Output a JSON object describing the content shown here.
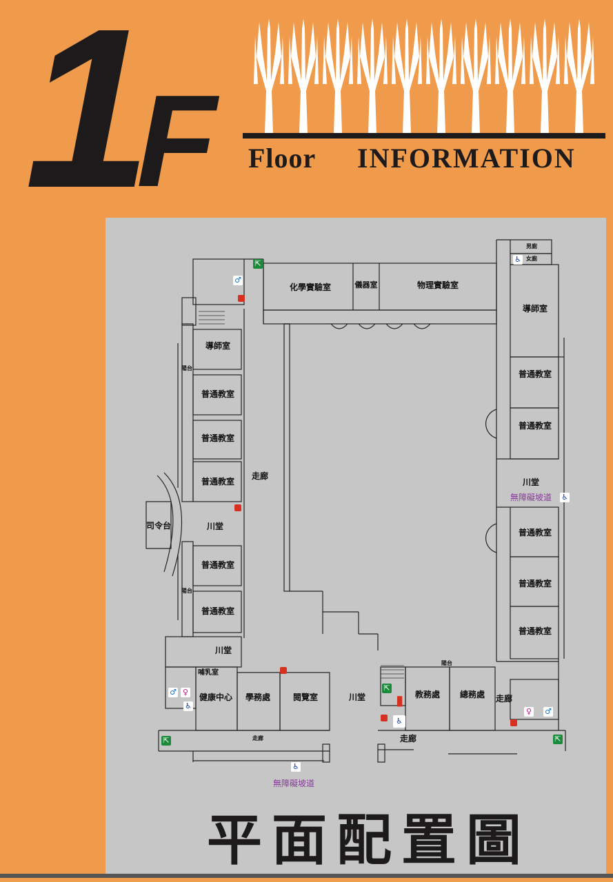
{
  "header": {
    "floor_number": "1",
    "floor_letter": "F",
    "floor_word": "Floor",
    "info_word": "INFORMATION"
  },
  "title": "平面配置圖",
  "colors": {
    "background_orange": "#f09b4b",
    "plan_gray": "#c6c6c6",
    "ink": "#1c1a1a",
    "ramp_text": "#8a3b9c",
    "exit_green": "#1b8a3b",
    "extinguisher_red": "#d63020"
  },
  "rooms": {
    "chem_lab": "化學實驗室",
    "instrument_room": "儀器室",
    "physics_lab": "物理實驗室",
    "mens_toilet": "男廁",
    "womens_toilet": "女廁",
    "tutor_left": "導師室",
    "tutor_right": "導師室",
    "class_l1": "普通教室",
    "class_l2": "普通教室",
    "class_l3": "普通教室",
    "class_l4": "普通教室",
    "class_l5": "普通教室",
    "class_r1": "普通教室",
    "class_r2": "普通教室",
    "class_r3": "普通教室",
    "class_r4": "普通教室",
    "class_r5": "普通教室",
    "podium": "司令台",
    "hall_left": "川堂",
    "hall_bottom_left": "川堂",
    "hall_center": "川堂",
    "hall_right": "川堂",
    "corridor_left": "走廊",
    "corridor_bottom": "走廊",
    "corridor_bottom_small": "走廊",
    "corridor_right": "走廊",
    "nursing_room": "哺乳室",
    "health_center": "健康中心",
    "student_affairs": "學務處",
    "reading_room": "閱覽室",
    "academic_affairs": "教務處",
    "general_affairs": "總務處",
    "balcony_1": "陽台",
    "balcony_2": "陽台",
    "balcony_3": "陽台"
  },
  "ramps": {
    "ramp_right": "無障礙坡道",
    "ramp_bottom": "無障礙坡道"
  },
  "icons": [
    "exit-sign-icon",
    "wheelchair-icon",
    "male-toilet-icon",
    "female-toilet-icon",
    "fire-extinguisher-icon",
    "person-icon"
  ]
}
